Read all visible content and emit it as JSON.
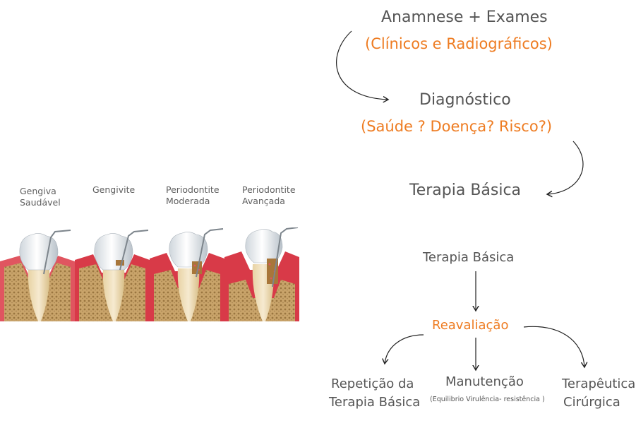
{
  "stages": [
    {
      "label": "Gengiva\nSaudável"
    },
    {
      "label": "Gengivite"
    },
    {
      "label": "Periodontite\nModerada"
    },
    {
      "label": "Periodontite\nAvançada"
    }
  ],
  "flow_top": {
    "step1_line1": "Anamnese + Exames",
    "step1_line2": "(Clínicos e Radiográficos)",
    "step2_line1": "Diagnóstico",
    "step2_line2": "(Saúde ? Doença? Risco?)",
    "step3": "Terapia Básica"
  },
  "flow_bottom": {
    "start": "Terapia Básica",
    "reassess": "Reavaliação",
    "option_left_line1": "Repetição da",
    "option_left_line2": "Terapia Básica",
    "option_mid_line1": "Manutenção",
    "option_mid_line2": "(Equilibrio Virulência- resistência )",
    "option_right_line1": "Terapêutica",
    "option_right_line2": "Cirúrgica"
  },
  "colors": {
    "accent": "#ee7c22",
    "text": "#555555",
    "gum": "#e05560",
    "bone": "#c9a46a",
    "tooth": "#f2f4f6"
  }
}
